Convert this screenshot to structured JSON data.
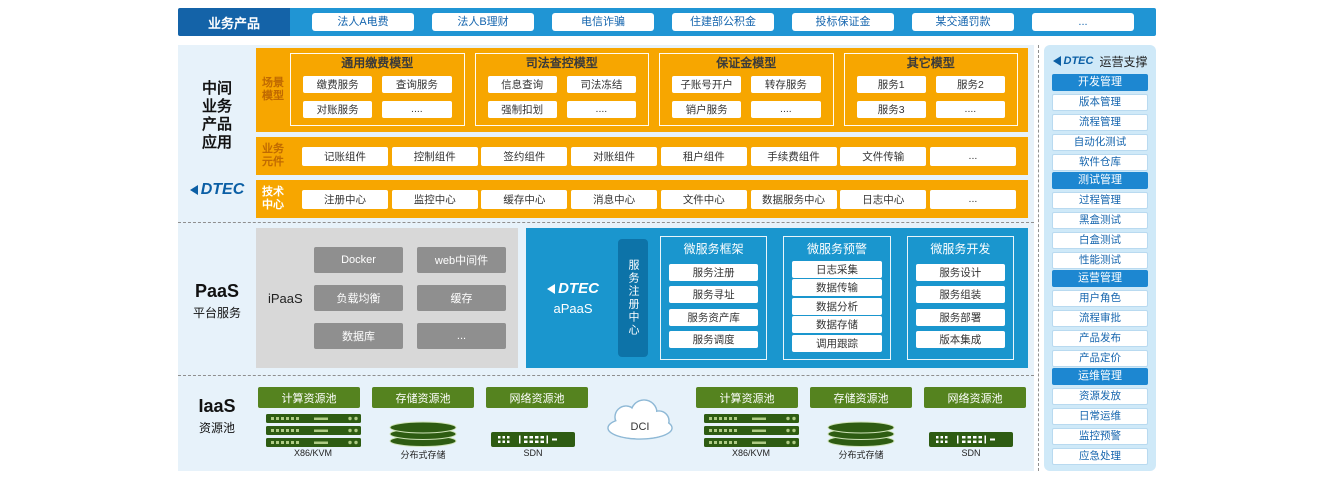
{
  "colors": {
    "topbar_dark_blue": "#1463a8",
    "topbar_blue": "#2095d4",
    "section_bg": "#e7f2fa",
    "yellow": "#f7a600",
    "apaas_blue": "#1a96ce",
    "registry_tab_blue": "#0d73a8",
    "ipaas_gray": "#d8d8d8",
    "button_gray": "#8f8f8f",
    "green": "#55831f",
    "hardware_green": "#2e5c12",
    "sidebar_bg": "#cfe9f8",
    "sidebar_header_blue": "#1d87d1",
    "dtec_blue": "#0b5fa5"
  },
  "top_bar": {
    "label": "业务产品",
    "products": [
      "法人A电费",
      "法人B理财",
      "电信诈骗",
      "住建部公积金",
      "投标保证金",
      "某交通罚款",
      "..."
    ]
  },
  "left_labels": {
    "middle_app_lines": [
      "中间",
      "业务",
      "产品",
      "应用"
    ],
    "dtec": "DTEC",
    "paas_title": "PaaS",
    "paas_sub": "平台服务",
    "iaas_title": "IaaS",
    "iaas_sub": "资源池"
  },
  "scenario": {
    "label_lines": [
      "场景",
      "模型"
    ],
    "groups": [
      {
        "title": "通用缴费模型",
        "items": [
          "缴费服务",
          "查询服务",
          "对账服务",
          "...."
        ]
      },
      {
        "title": "司法查控模型",
        "items": [
          "信息查询",
          "司法冻结",
          "强制扣划",
          "...."
        ]
      },
      {
        "title": "保证金模型",
        "items": [
          "子账号开户",
          "转存服务",
          "销户服务",
          "...."
        ]
      },
      {
        "title": "其它模型",
        "items": [
          "服务1",
          "服务2",
          "服务3",
          "...."
        ]
      }
    ]
  },
  "components_row": {
    "label_lines": [
      "业务",
      "元件"
    ],
    "items": [
      "记账组件",
      "控制组件",
      "签约组件",
      "对账组件",
      "租户组件",
      "手续费组件",
      "文件传输",
      "..."
    ]
  },
  "tech_row": {
    "label_lines": [
      "技术",
      "中心"
    ],
    "items": [
      "注册中心",
      "监控中心",
      "缓存中心",
      "消息中心",
      "文件中心",
      "数据服务中心",
      "日志中心",
      "..."
    ]
  },
  "paas": {
    "ipaas_label": "iPaaS",
    "ipaas_items": [
      "Docker",
      "web中间件",
      "负载均衡",
      "缓存",
      "数据库",
      "..."
    ],
    "dtec": "DTEC",
    "apaas_label": "aPaaS",
    "registry_tab": "服务注册中心",
    "columns": [
      {
        "title": "微服务框架",
        "items": [
          "服务注册",
          "服务寻址",
          "服务资产库",
          "服务调度"
        ]
      },
      {
        "title": "微服务预警",
        "items": [
          "日志采集",
          "数据传输",
          "数据分析",
          "数据存储",
          "调用跟踪"
        ]
      },
      {
        "title": "微服务开发",
        "items": [
          "服务设计",
          "服务组装",
          "服务部署",
          "版本集成"
        ]
      }
    ]
  },
  "iaas": {
    "dci": "DCI",
    "clusters": [
      {
        "pools": [
          "计算资源池",
          "存储资源池",
          "网络资源池"
        ],
        "hw": [
          "X86/KVM",
          "分布式存储",
          "SDN"
        ]
      },
      {
        "pools": [
          "计算资源池",
          "存储资源池",
          "网络资源池"
        ],
        "hw": [
          "X86/KVM",
          "分布式存储",
          "SDN"
        ]
      }
    ]
  },
  "sidebar": {
    "dtec": "DTEC",
    "title": "运营支撑",
    "groups": [
      {
        "title": "开发管理",
        "items": [
          "版本管理",
          "流程管理",
          "自动化测试",
          "软件仓库"
        ]
      },
      {
        "title": "测试管理",
        "items": [
          "过程管理",
          "黑盒测试",
          "白盒测试",
          "性能测试"
        ]
      },
      {
        "title": "运营管理",
        "items": [
          "用户角色",
          "流程审批",
          "产品发布",
          "产品定价"
        ]
      },
      {
        "title": "运维管理",
        "items": [
          "资源发放",
          "日常运维",
          "监控预警",
          "应急处理"
        ]
      }
    ]
  }
}
